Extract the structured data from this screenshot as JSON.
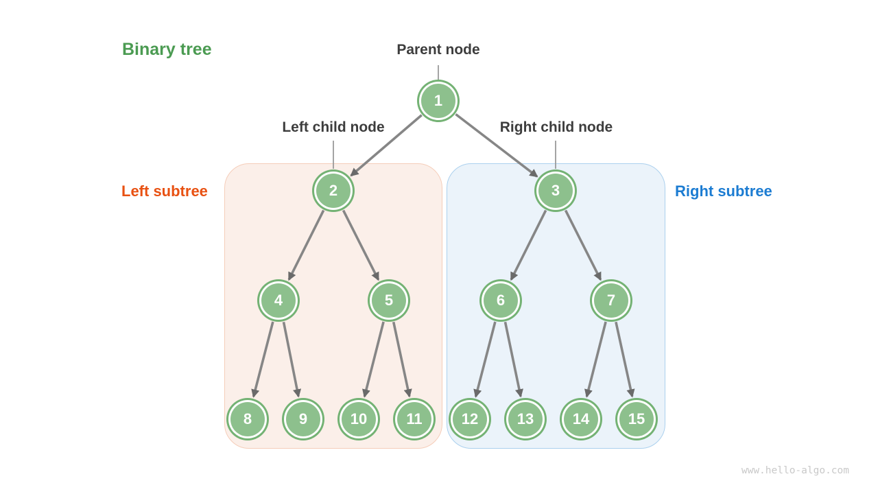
{
  "labels": {
    "title": "Binary tree",
    "parent_node": "Parent node",
    "left_child_node": "Left child node",
    "right_child_node": "Right child node",
    "left_subtree": "Left subtree",
    "right_subtree": "Right subtree"
  },
  "watermark": "www.hello-algo.com",
  "nodes": [
    {
      "id": 1,
      "label": "1"
    },
    {
      "id": 2,
      "label": "2"
    },
    {
      "id": 3,
      "label": "3"
    },
    {
      "id": 4,
      "label": "4"
    },
    {
      "id": 5,
      "label": "5"
    },
    {
      "id": 6,
      "label": "6"
    },
    {
      "id": 7,
      "label": "7"
    },
    {
      "id": 8,
      "label": "8"
    },
    {
      "id": 9,
      "label": "9"
    },
    {
      "id": 10,
      "label": "10"
    },
    {
      "id": 11,
      "label": "11"
    },
    {
      "id": 12,
      "label": "12"
    },
    {
      "id": 13,
      "label": "13"
    },
    {
      "id": 14,
      "label": "14"
    },
    {
      "id": 15,
      "label": "15"
    }
  ],
  "edges": [
    [
      1,
      2
    ],
    [
      1,
      3
    ],
    [
      2,
      4
    ],
    [
      2,
      5
    ],
    [
      3,
      6
    ],
    [
      3,
      7
    ],
    [
      4,
      8
    ],
    [
      4,
      9
    ],
    [
      5,
      10
    ],
    [
      5,
      11
    ],
    [
      6,
      12
    ],
    [
      6,
      13
    ],
    [
      7,
      14
    ],
    [
      7,
      15
    ]
  ],
  "colors": {
    "node_fill": "#8DC08D",
    "node_ring": "#74B274",
    "node_text": "#FFFFFF",
    "arrow": "#868686",
    "arrowhead": "#6A6A6A",
    "label_connector": "#9A9A9A",
    "left_box_bg": "#FBEFE9",
    "left_box_border": "#F5CDB9",
    "right_box_bg": "#EBF3FA",
    "right_box_border": "#ABD0EE",
    "title_green": "#4B9B52",
    "left_subtree_orange": "#E85112",
    "right_subtree_blue": "#1C7CD2",
    "annotation_dark": "#3D3D3D",
    "watermark_gray": "#C9C9C9"
  }
}
